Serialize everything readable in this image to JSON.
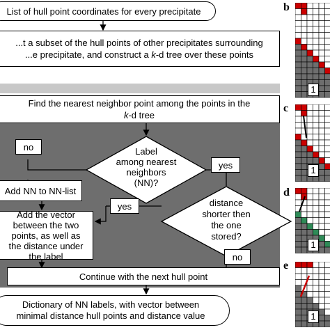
{
  "flowchart": {
    "start": "List of hull point coordinates for every precipitate",
    "subset_line1": "...t a subset of the hull points of other precipitates surrounding",
    "subset_line2_pre": "...e precipitate, and construct a ",
    "subset_line2_k": "k",
    "subset_line2_post": "-d tree over these points",
    "find_line1": "Find the nearest neighbor point among the points in the",
    "find_line2_k": "k",
    "find_line2_post": "-d tree",
    "decision1": [
      "Label",
      "among nearest",
      "neighbors",
      "(NN)?"
    ],
    "no_label": "no",
    "yes_label": "yes",
    "add_nn": "Add NN to NN-list",
    "add_vector": [
      "Add the vector",
      "between the two",
      "points, as well as",
      "the distance under",
      "the label"
    ],
    "decision2": [
      "distance",
      "shorter then",
      "the one",
      "stored?"
    ],
    "yes2_label": "yes",
    "no2_label": "no",
    "continue": "Continue with the next hull point",
    "end_line1": "Dictionary of NN labels, with vector between",
    "end_line2": "minimal distance hull points and distance value"
  },
  "panels": {
    "letters": [
      "b",
      "c",
      "d",
      "e"
    ],
    "region_label": "1"
  },
  "colors": {
    "dark_gray": "#6e6e6e",
    "light_gray": "#c8c8c8",
    "red": "#cc0000",
    "green": "#2e8b57"
  }
}
